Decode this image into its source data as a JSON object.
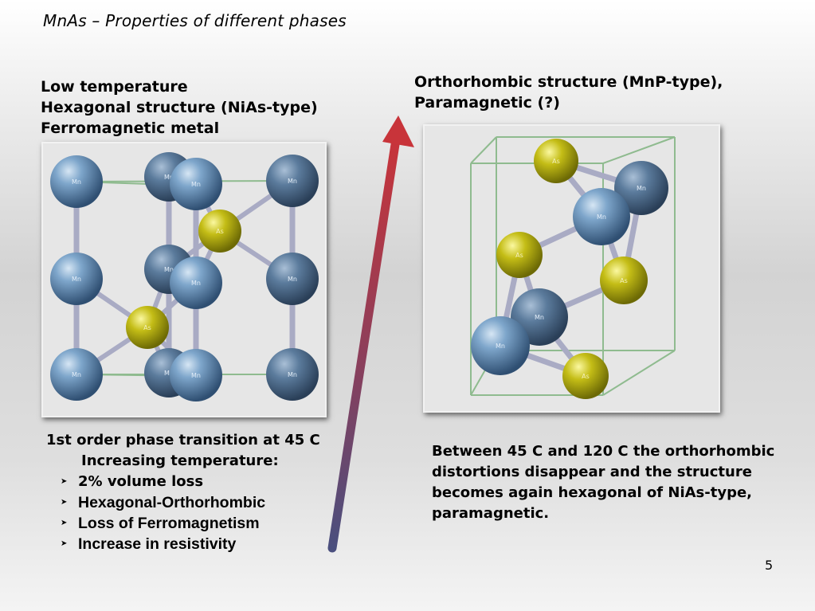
{
  "title": "MnAs – Properties of different phases",
  "left_heading": [
    "Low temperature",
    "Hexagonal structure (NiAs-type)",
    "Ferromagnetic metal"
  ],
  "right_heading": [
    "Orthorhombic structure (MnP-type),",
    "Paramagnetic (?)"
  ],
  "transition": {
    "line1": "1st order phase transition at 45 C",
    "line2": "Increasing temperature:",
    "bullets": [
      "2% volume loss",
      "Hexagonal-Orthorhombic",
      "Loss of Ferromagnetism",
      "Increase in resistivity"
    ],
    "bullet_icon": "chevron-right-icon"
  },
  "right_text": "Between 45 C and 120 C the orthorhombic distortions disappear and the structure becomes again hexagonal of NiAs-type, paramagnetic.",
  "atom_labels": {
    "mn": "Mn",
    "as": "As"
  },
  "page_number": "5",
  "colors": {
    "mn_atom": "#6e97bd",
    "as_atom": "#c8c21a",
    "bond": "#a9abc4",
    "cell_edge": "#8fbb8f",
    "arrow_top": "#c8343a",
    "arrow_bottom": "#4a4f7e"
  }
}
